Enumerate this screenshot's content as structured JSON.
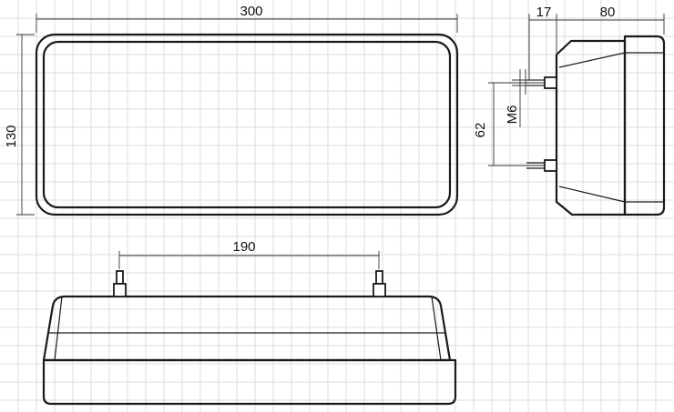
{
  "dimensions": {
    "width_top": "300",
    "height_left": "130",
    "depth_small": "17",
    "depth": "80",
    "thread": "M6",
    "stud_spacing_vertical": "62",
    "stud_spacing_horizontal": "190"
  },
  "colors": {
    "line": "#1a1a1a",
    "grid": "#dcdcdc",
    "background": "#ffffff"
  }
}
